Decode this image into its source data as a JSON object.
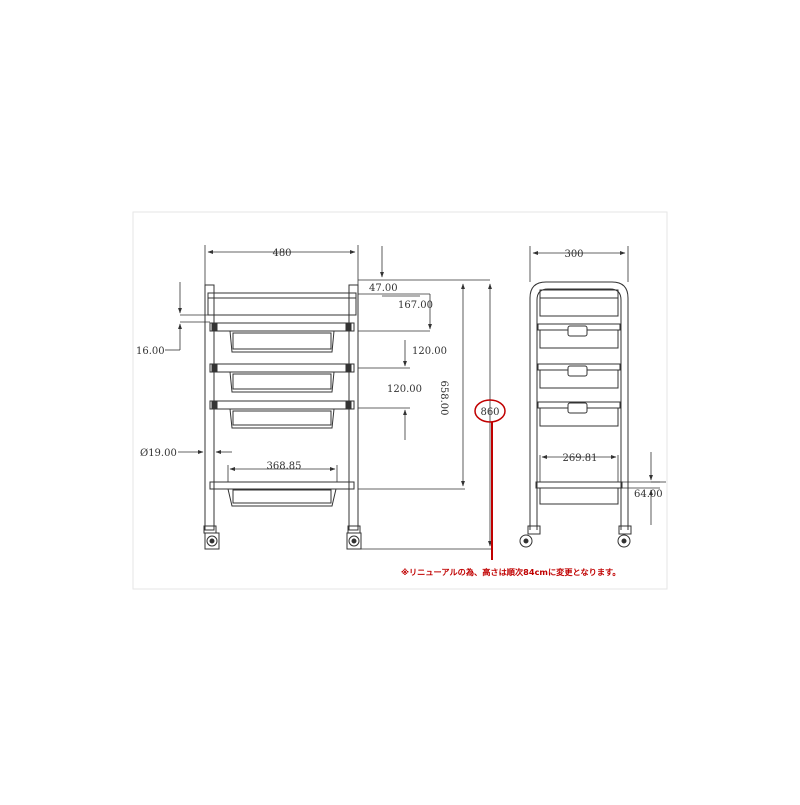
{
  "drawing": {
    "front_view": {
      "width": "480",
      "top_offset": "47.00",
      "rail_offset": "167.00",
      "drawer_pitch_1": "120.00",
      "drawer_pitch_2": "120.00",
      "inner_height": "658.00",
      "total_height": "860",
      "frame_thickness": "16.00",
      "tube_diameter": "Ø19.00",
      "tray_width": "368.85"
    },
    "side_view": {
      "depth": "300",
      "tray_depth": "269.81",
      "bottom_clearance": "64.00"
    },
    "note": "※リニューアルの為、高さは順次84cmに変更となります。"
  },
  "colors": {
    "line": "#333333",
    "highlight": "#c00000",
    "border": "#e6e6e6"
  }
}
